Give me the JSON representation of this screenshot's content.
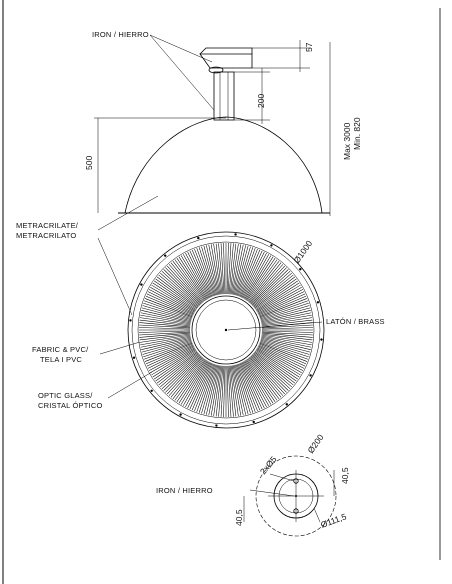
{
  "side_view": {
    "label_iron": "IRON / HIERRO",
    "dim_57": "57",
    "dim_200": "200",
    "dim_500": "500",
    "dim_max": "Max 3000",
    "dim_min": "Min. 820"
  },
  "top_view": {
    "label_metacrilate_1": "METRACRILATE/",
    "label_metacrilate_2": "METRACRILATO",
    "dim_diameter": "Ø1000",
    "label_brass": "LATÓN / BRASS",
    "label_fabric_1": "FABRIC & PVC/",
    "label_fabric_2": "TELA I PVC",
    "label_optic_1": "OPTIC GLASS/",
    "label_optic_2": "CRISTAL ÓPTICO"
  },
  "canopy_view": {
    "label_iron": "IRON / HIERRO",
    "dim_200": "Ø200",
    "dim_hole": "2xØ5",
    "dim_40_5_right": "40,5",
    "dim_40_5_left": "40,5",
    "dim_111": "Ø111,5"
  }
}
